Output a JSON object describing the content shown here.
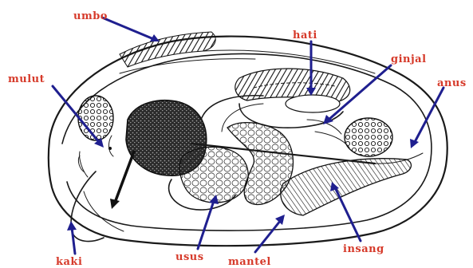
{
  "labels": {
    "umbo": "umbo",
    "hati": "hati",
    "ginjal": "ginjal",
    "anus": "anus",
    "mulut": "mulut",
    "kaki": "kaki",
    "usus": "usus",
    "mantel": "mantel",
    "insang": "insang"
  },
  "colors": {
    "label_text": "#d63a2a",
    "pointer_arrow": "#1f1f8f",
    "outline": "#1a1a1a"
  }
}
